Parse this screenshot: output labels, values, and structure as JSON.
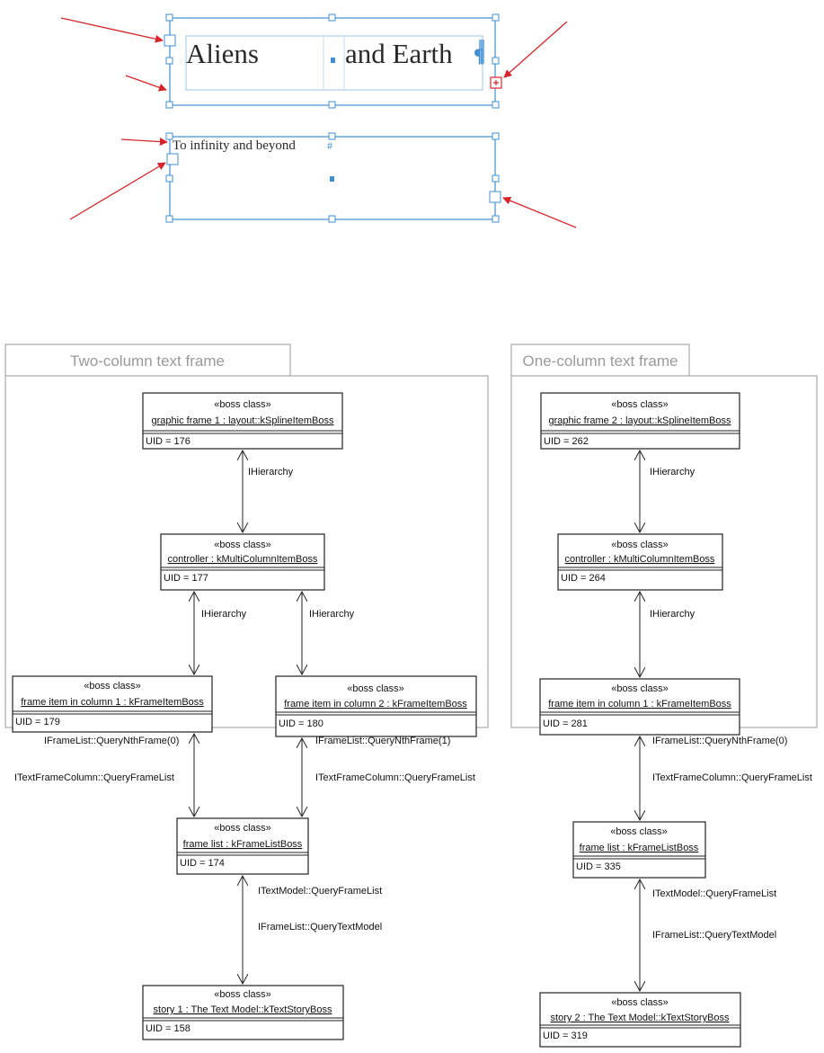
{
  "top_illustration": {
    "frame1_text_left": "Aliens",
    "frame1_text_right": "and Earth",
    "frame2_text": "To infinity and beyond",
    "accent_color": "#3f8fd4",
    "arrow_color": "#d9232a",
    "overflow_color": "#e1252b",
    "overflow_icon": "overflow-plus-icon",
    "paragraph_icon": "pilcrow-icon",
    "story_end_icon": "end-of-story-icon"
  },
  "groups": [
    {
      "id": "two-column",
      "title": "Two-column text frame"
    },
    {
      "id": "one-column",
      "title": "One-column text frame"
    }
  ],
  "boss_stereotype": "«boss class»",
  "bosses": {
    "left_graphic_frame": {
      "stereotype": "«boss class»",
      "name": "graphic frame 1 : layout::kSplineItemBoss",
      "uid": "UID = 176"
    },
    "left_controller": {
      "stereotype": "«boss class»",
      "name": "controller : kMultiColumnItemBoss",
      "uid": "UID = 177"
    },
    "left_frame_col1": {
      "stereotype": "«boss class»",
      "name": "frame item in column 1 : kFrameItemBoss",
      "uid": "UID = 179"
    },
    "left_frame_col2": {
      "stereotype": "«boss class»",
      "name": "frame item in column 2 : kFrameItemBoss",
      "uid": "UID = 180"
    },
    "left_frame_list": {
      "stereotype": "«boss class»",
      "name": "frame list : kFrameListBoss",
      "uid": "UID = 174"
    },
    "left_story": {
      "stereotype": "«boss class»",
      "name": "story 1 : The Text Model::kTextStoryBoss",
      "uid": "UID = 158"
    },
    "right_graphic_frame": {
      "stereotype": "«boss class»",
      "name": "graphic frame 2 : layout::kSplineItemBoss",
      "uid": "UID = 262"
    },
    "right_controller": {
      "stereotype": "«boss class»",
      "name": "controller : kMultiColumnItemBoss",
      "uid": "UID = 264"
    },
    "right_frame_col1": {
      "stereotype": "«boss class»",
      "name": "frame item in column 1 : kFrameItemBoss",
      "uid": "UID = 281"
    },
    "right_frame_list": {
      "stereotype": "«boss class»",
      "name": "frame list : kFrameListBoss",
      "uid": "UID = 335"
    },
    "right_story": {
      "stereotype": "«boss class»",
      "name": "story 2 : The Text Model::kTextStoryBoss",
      "uid": "UID = 319"
    }
  },
  "edge_labels": {
    "hierarchy": "IHierarchy",
    "query_nth_frame_0": "IFrameList::QueryNthFrame(0)",
    "query_nth_frame_1": "IFrameList::QueryNthFrame(1)",
    "text_frame_column_query": "ITextFrameColumn::QueryFrameList",
    "text_model_query": "ITextModel::QueryFrameList",
    "frame_list_query_text_model": "IFrameList::QueryTextModel"
  }
}
